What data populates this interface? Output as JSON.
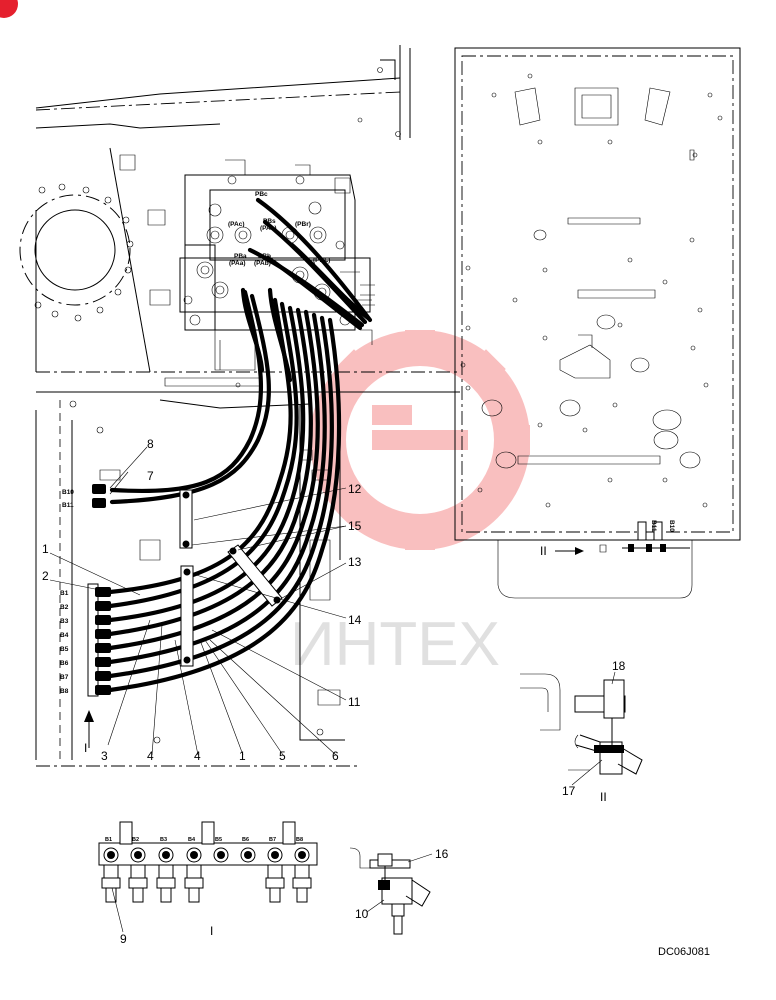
{
  "drawing_code": "DC06J081",
  "watermark": "ИНТЕХ",
  "main_callouts": [
    "1",
    "2",
    "3",
    "4",
    "4",
    "1",
    "5",
    "6",
    "7",
    "8",
    "11",
    "12",
    "13",
    "14",
    "15"
  ],
  "callouts": {
    "c1a": "1",
    "c2": "2",
    "c3": "3",
    "c4a": "4",
    "c4b": "4",
    "c1b": "1",
    "c5": "5",
    "c6": "6",
    "c7": "7",
    "c8": "8",
    "c11": "11",
    "c12": "12",
    "c13": "13",
    "c14": "14",
    "c15": "15",
    "c9": "9",
    "c10": "10",
    "c16": "16",
    "c17": "17",
    "c18": "18"
  },
  "view_labels": {
    "view1": "I",
    "view2": "II",
    "view1_arrow": "I",
    "view2_arrow": "II"
  },
  "manifold_ports": [
    "B1",
    "B2",
    "B3",
    "B4",
    "B5",
    "B6",
    "B7",
    "B8"
  ],
  "manifold_ports_upper": [
    "B10",
    "B11"
  ],
  "detail_ports": [
    "B1",
    "B2",
    "B3",
    "B4",
    "B5",
    "B6",
    "B7",
    "B8"
  ],
  "valve_ports": {
    "pbc": "PBc",
    "pac": "(PAc)",
    "pbs": "PBs",
    "pas": "(PAs)",
    "pbr": "(PBr)",
    "pba": "PBa",
    "paa": "(PAa)",
    "pbl": "(PBL)",
    "pbb": "PBb",
    "pab": "(PAb)"
  },
  "side_ports": {
    "b11": "B11",
    "b10": "B10"
  }
}
